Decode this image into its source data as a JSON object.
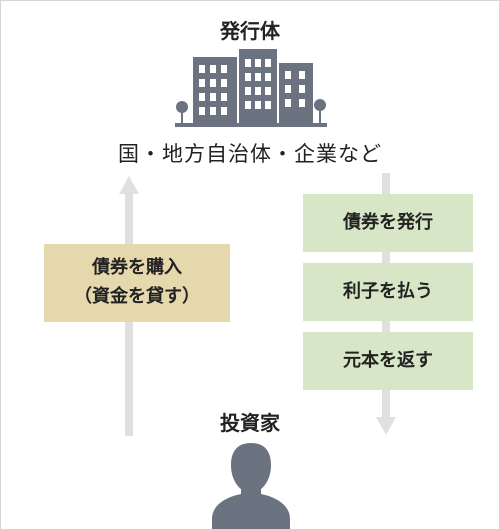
{
  "issuer": {
    "title": "発行体",
    "subtitle": "国・地方自治体・企業など",
    "icon": "office-buildings-icon"
  },
  "investor": {
    "title": "投資家",
    "icon": "person-icon"
  },
  "flow_up": {
    "label_line1": "債券を購入",
    "label_line2": "（資金を貸す）",
    "box_color": "#e5d8ad",
    "arrow_color": "#e0e0e0"
  },
  "flow_down": {
    "steps": [
      "債券を発行",
      "利子を払う",
      "元本を返す"
    ],
    "box_color": "#d6e6c6",
    "arrow_color": "#e0e0e0"
  },
  "colors": {
    "icon_fill": "#6b7280"
  }
}
